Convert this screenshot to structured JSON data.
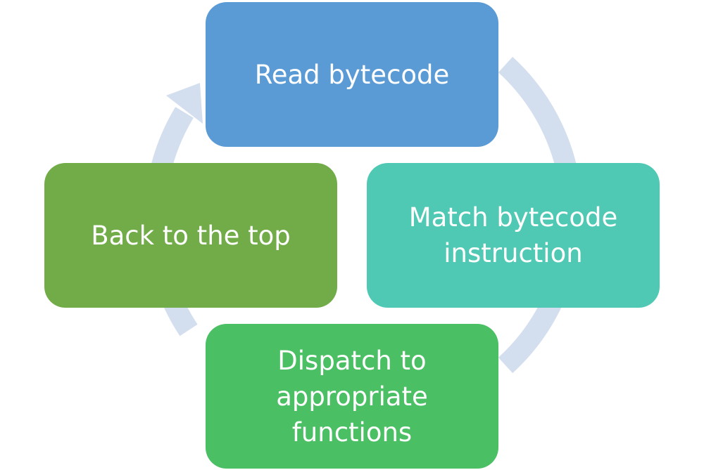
{
  "diagram": {
    "type": "cycle",
    "ring_color": "#d3deef",
    "steps": [
      {
        "id": "read",
        "label": "Read bytecode",
        "color": "#5b9bd5"
      },
      {
        "id": "match",
        "label": "Match bytecode\ninstruction",
        "color": "#4fc9b4"
      },
      {
        "id": "dispatch",
        "label": "Dispatch to\nappropriate\nfunctions",
        "color": "#4bbf64"
      },
      {
        "id": "back",
        "label": "Back to the top",
        "color": "#72ac49"
      }
    ]
  }
}
